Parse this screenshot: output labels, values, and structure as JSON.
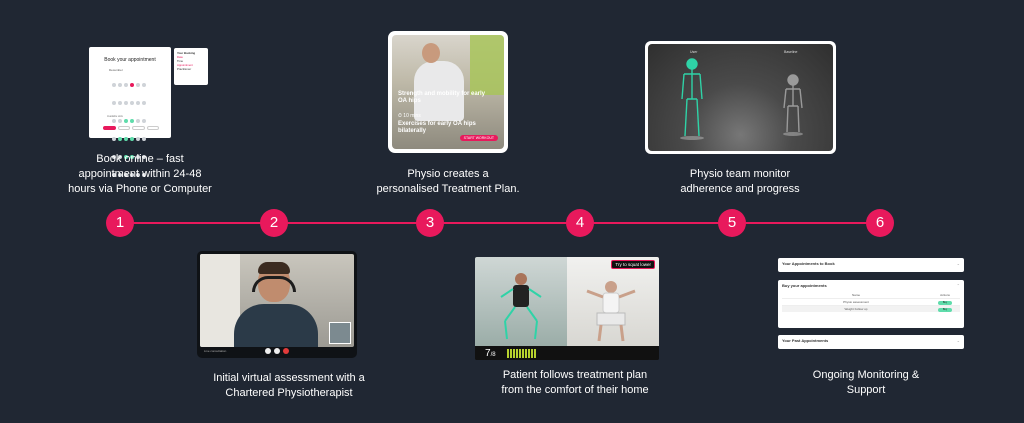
{
  "steps": [
    "1",
    "2",
    "3",
    "4",
    "5",
    "6"
  ],
  "captions": {
    "s1": [
      "Book online – fast",
      "appointment within 24-48",
      "hours via Phone or Computer"
    ],
    "s2": [
      "Initial virtual assessment with a",
      "Chartered Physiotherapist"
    ],
    "s3": [
      "Physio creates a",
      "personalised Treatment Plan."
    ],
    "s4": [
      "Patient follows treatment plan",
      "from the comfort of their home"
    ],
    "s5": [
      "Physio team monitor",
      "adherence and progress"
    ],
    "s6": [
      "Ongoing Monitoring &",
      "Support"
    ]
  },
  "booking": {
    "title": "Book your appointment",
    "month": "December",
    "legend": "Available slots",
    "popup_title": "Your Booking",
    "popup_lines": [
      "Date",
      "Time",
      "Appointment",
      "Practitioner"
    ]
  },
  "exercise": {
    "headline": "Strength and mobility for early OA hips",
    "meta": "10 mins",
    "sub": "Exercises for early OA hips bilaterally",
    "start": "START WORKOUT"
  },
  "monitor": {
    "left_label": "User",
    "right_label": "Baseline"
  },
  "video": {
    "footer": "Live consultation"
  },
  "follow": {
    "tag": "Try to squat lower",
    "count": "7",
    "count_total": "/8"
  },
  "appointments": {
    "to_book": "Your Appointments to Book",
    "buy": "Buy your appointments",
    "col_name": "Name",
    "col_action": "Actions",
    "rows": [
      {
        "name": "Physio assessment",
        "action": "Buy"
      },
      {
        "name": "Weight Follow up",
        "action": "Buy"
      }
    ],
    "past": "Your Past Appointments"
  },
  "colors": {
    "background": "#202733",
    "accent": "#e8195c",
    "green": "#5fdcab",
    "skeleton": "#2fd3a7"
  }
}
